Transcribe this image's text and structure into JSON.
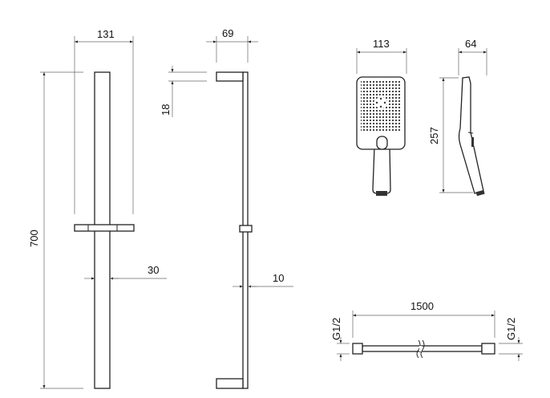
{
  "dimensions": {
    "bar_width_front": "131",
    "bar_depth_side": "69",
    "bracket_height": "18",
    "bar_height": "700",
    "bar_diameter": "30",
    "bar_thickness_side": "10",
    "head_width": "113",
    "head_depth": "64",
    "shower_length": "257",
    "hose_length": "1500",
    "hose_thread_left": "G1/2",
    "hose_thread_right": "G1/2"
  },
  "colors": {
    "line": "#222222",
    "dimension": "#666666"
  }
}
